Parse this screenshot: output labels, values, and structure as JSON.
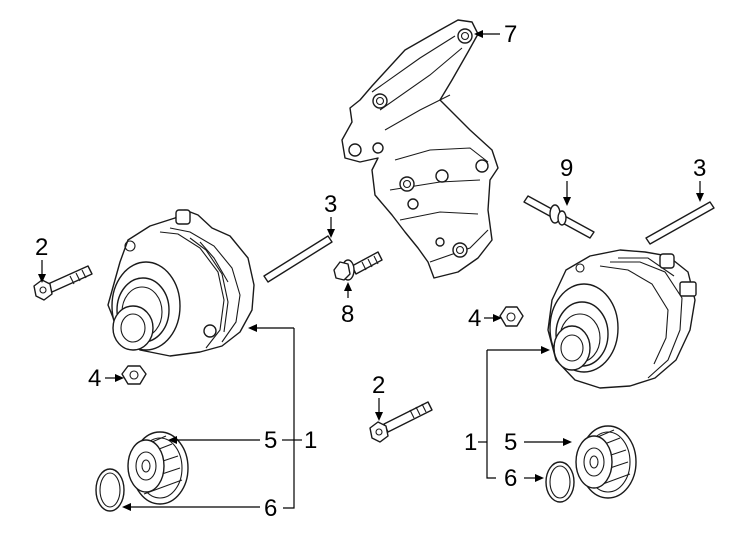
{
  "callouts": {
    "c1_left": "1",
    "c1_right": "1",
    "c2_a": "2",
    "c2_b": "2",
    "c3_a": "3",
    "c3_b": "3",
    "c4_a": "4",
    "c4_b": "4",
    "c5_left": "5",
    "c5_right": "5",
    "c6_left": "6",
    "c6_right": "6",
    "c7": "7",
    "c8": "8",
    "c9": "9"
  },
  "colors": {
    "line": "#1a1a1a",
    "background": "#ffffff"
  }
}
